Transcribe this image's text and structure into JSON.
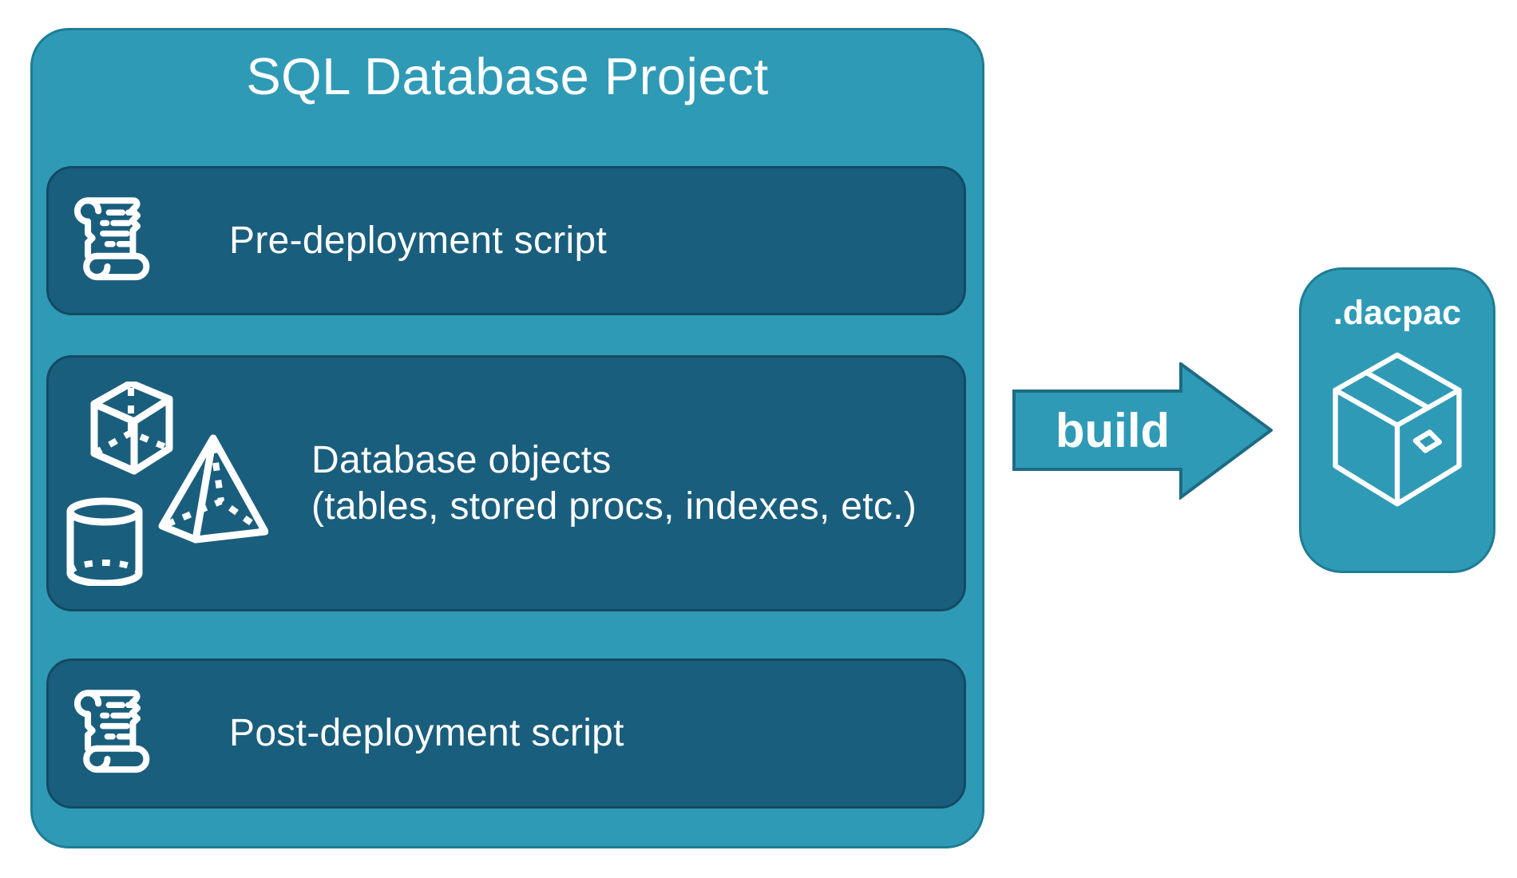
{
  "project": {
    "title": "SQL Database Project",
    "rows": [
      {
        "label": "Pre-deployment script",
        "icon": "scroll-icon"
      },
      {
        "label": "Database objects",
        "sublabel": "(tables, stored procs, indexes, etc.)",
        "icon": "database-objects-icon"
      },
      {
        "label": "Post-deployment script",
        "icon": "scroll-icon"
      }
    ]
  },
  "arrow": {
    "label": "build",
    "icon": "right-arrow-shape"
  },
  "output": {
    "title": ".dacpac",
    "icon": "package-icon"
  },
  "colors": {
    "canvas": "#ffffff",
    "teal_fill": "#2f9ab6",
    "teal_border": "#1e7c95",
    "row_fill": "#1a5e7d",
    "row_border": "#134a63",
    "arrow_fill": "#2f9ab6",
    "arrow_border": "#1d6b84",
    "text": "#ffffff"
  }
}
